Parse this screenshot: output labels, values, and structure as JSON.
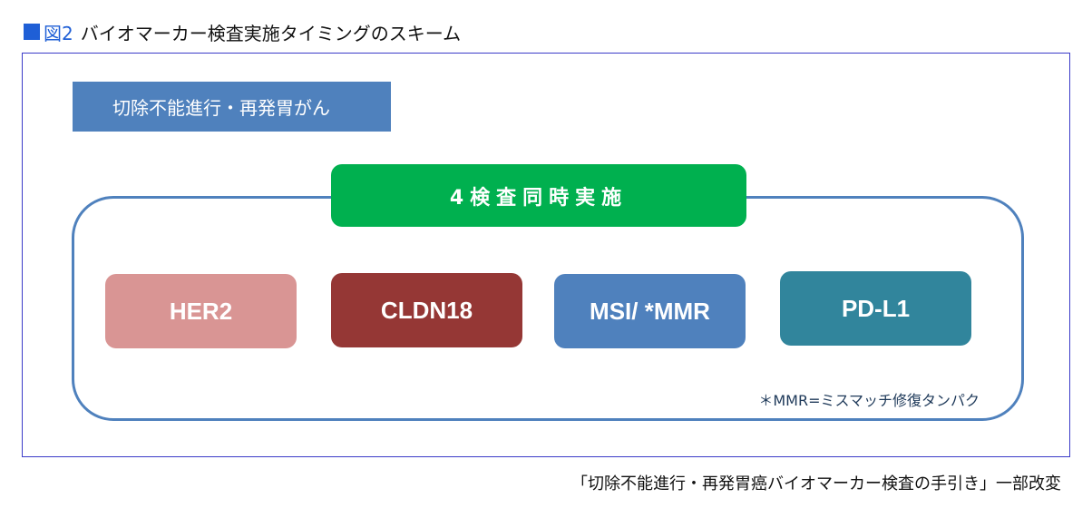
{
  "figure": {
    "marker": "■",
    "number": "図2",
    "title": "バイオマーカー検査実施タイミングのスキーム"
  },
  "diagram": {
    "condition_label": "切除不能進行・再発胃がん",
    "simultaneous_label": "4検査同時実施",
    "tests": [
      {
        "label": "HER2",
        "color": "#d99594"
      },
      {
        "label": "CLDN18",
        "color": "#953735"
      },
      {
        "label": "MSI/ *MMR",
        "color": "#4f81bd"
      },
      {
        "label": "PD-L1",
        "color": "#31859c"
      }
    ],
    "footnote": "＊MMR=ミスマッチ修復タンパク"
  },
  "source": "「切除不能進行・再発胃癌バイオマーカー検査の手引き」一部改変",
  "colors": {
    "frame": "#3b3bc8",
    "group_outline": "#4f81bd",
    "condition_box": "#4f81bd",
    "simultaneous_box": "#00b04f",
    "title_accent": "#1f5fd6"
  }
}
